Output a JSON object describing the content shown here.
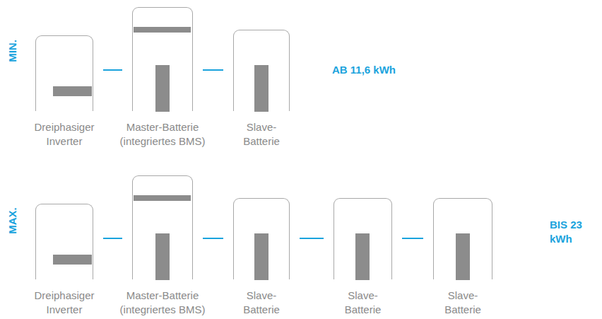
{
  "diagram": {
    "nodes": [
      {
        "text": [
          "Dreiphasiger Inverter"
        ]
      },
      {
        "text": [
          "Master-Batterie (integriertes BMS)"
        ]
      },
      {
        "text": [
          "Slave- Batterie"
        ]
      },
      {
        "text": [
          "Dreiphasiger Inverter"
        ]
      },
      {
        "text": [
          "Master-Batterie (integriertes BMS)"
        ]
      },
      {
        "text": [
          "Slave- Batterie"
        ]
      },
      {
        "text": [
          "Slave- Batterie"
        ]
      },
      {
        "text": [
          "Slave- Batterie"
        ]
      }
    ],
    "edges": [
      {
        "from": 0,
        "to": 1,
        "arrow": "none"
      },
      {
        "from": 1,
        "to": 2,
        "arrow": "none"
      },
      {
        "from": 3,
        "to": 4,
        "arrow": "none"
      },
      {
        "from": 4,
        "to": 5,
        "arrow": "none"
      },
      {
        "from": 5,
        "to": 6,
        "arrow": "none"
      },
      {
        "from": 6,
        "to": 7,
        "arrow": "none"
      }
    ],
    "labels": [
      "MIN.",
      "AB 11,6 kWh",
      "MAX.",
      "BIS 23 kWh"
    ]
  }
}
